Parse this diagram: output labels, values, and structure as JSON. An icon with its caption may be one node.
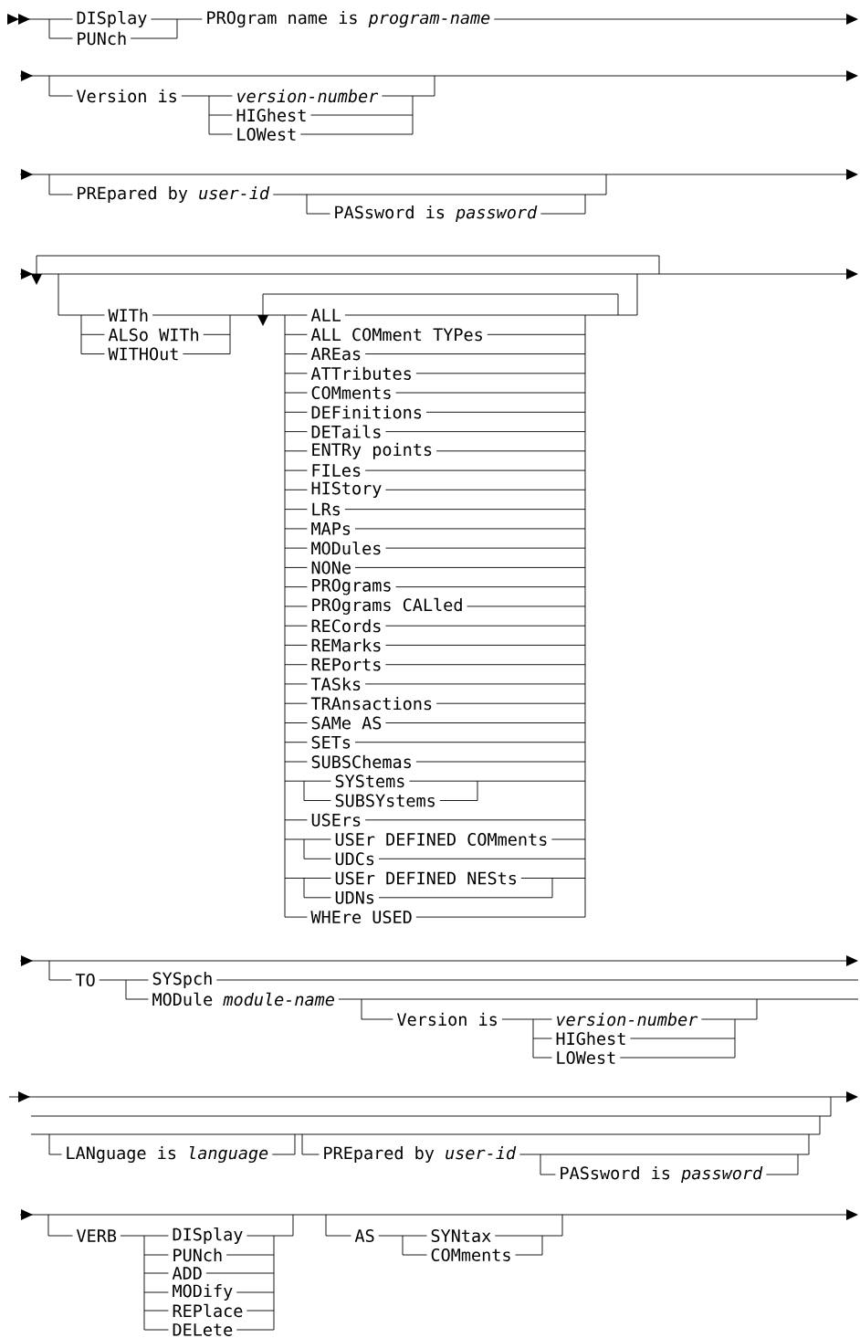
{
  "diagram": {
    "labels": [
      "DISplay",
      "PROgram name is *program-name*",
      "PUNch",
      "Version is",
      "version-number",
      "HIGhest",
      "LOWest",
      "PREpared by *user-id*",
      "PASsword is *password*",
      "WITh",
      "ALL",
      "ALSo WITh",
      "ALL COMment TYPes",
      "WITHOut",
      "AREas",
      "ATTributes",
      "COMments",
      "DEFinitions",
      "DETails",
      "ENTRy points",
      "FILes",
      "HIStory",
      "LRs",
      "MAPs",
      "MODules",
      "NONe",
      "PROgrams",
      "PROgrams CALled",
      "RECords",
      "REMarks",
      "REPorts",
      "TASks",
      "TRAnsactions",
      "SAMe AS",
      "SETs",
      "SUBSChemas",
      "SYStems",
      "SUBSYstems",
      "USErs",
      "USEr DEFINED COMments",
      "UDCs",
      "USEr DEFINED NESts",
      "UDNs",
      "WHEre USED",
      "TO",
      "SYSpch",
      "MODule *module-name*",
      "Version is",
      "version-number",
      "HIGhest",
      "LOWest",
      "LANguage is *language*",
      "PREpared by *user-id*",
      "PASsword is *password*",
      "VERB",
      "DISplay",
      "AS",
      "SYNtax",
      "PUNch",
      "COMments",
      "ADD",
      "MODify",
      "REPlace",
      "DELete"
    ]
  }
}
